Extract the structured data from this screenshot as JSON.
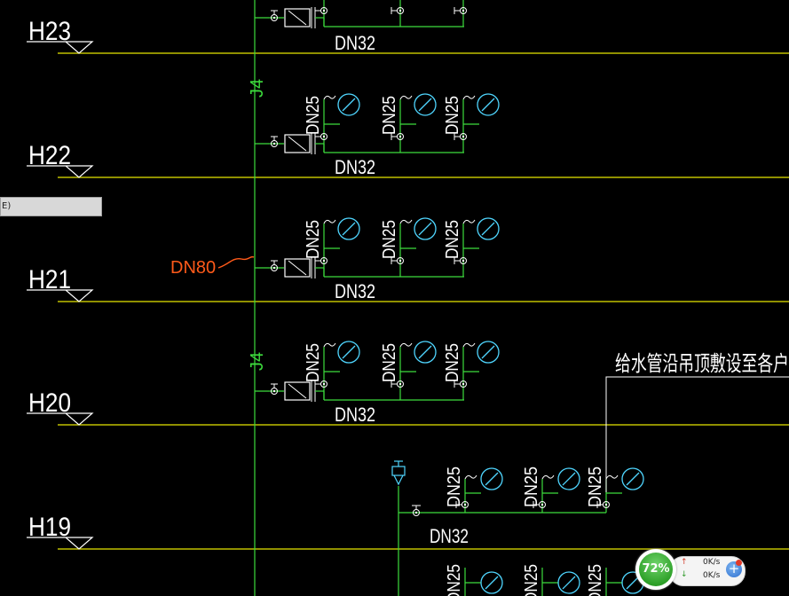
{
  "drawing": {
    "levels": [
      {
        "label": "H23"
      },
      {
        "label": "H22"
      },
      {
        "label": "H21"
      },
      {
        "label": "H20"
      },
      {
        "label": "H19"
      }
    ],
    "riser_label": "J4",
    "branch_label": "DN32",
    "fixture_label": "DN25",
    "main_pipe_annotation": "DN80",
    "note_text": "给水管沿吊顶敷设至各户",
    "colors": {
      "background": "#000000",
      "level_line": "#e6e600",
      "pipe": "#3ddc3d",
      "fixture": "#4fd6ff",
      "text": "#ffffff",
      "annotation": "#ff5a1a"
    }
  },
  "command_tab": {
    "label": "E)"
  },
  "network_widget": {
    "percent": "72%",
    "upload_rate": "0K/s",
    "download_rate": "0K/s",
    "add_label": "+"
  }
}
